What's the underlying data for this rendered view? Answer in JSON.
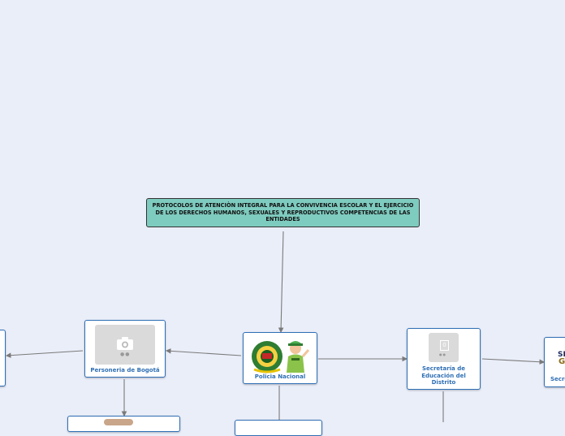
{
  "root": {
    "title": "PROTOCOLOS DE ATENCIÒN INTEGRAL PARA LA CONVIVENCIA ESCOLAR Y EL EJERCICIO DE LOS DERECHOS HUMANOS,          SEXUALES Y REPRODUCTIVOS COMPETENCIAS DE LAS ENTIDADES"
  },
  "nodes": {
    "policia": {
      "label": "Policia Nacional"
    },
    "personeria": {
      "label": "Personeria de Bogotá"
    },
    "secretaria": {
      "label": "Secretaría de Educación del Distrito"
    },
    "right_partial": {
      "label": "Secre",
      "logo_text": "SE",
      "logo_text_2": "G"
    },
    "secretaria_icon_digit": "0"
  },
  "colors": {
    "background": "#eaeef9",
    "root_fill": "#7ecbbf",
    "node_border": "#2f6fb5",
    "connector": "#7a7a7a"
  },
  "icons": [
    "camera-icon",
    "police-badge-icon",
    "police-officer-icon",
    "image-placeholder-icon"
  ]
}
